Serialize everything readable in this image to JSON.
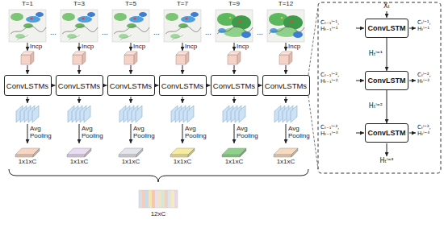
{
  "diagram": {
    "nodes": [
      {
        "text": [
          "ConvLSTMs"
        ]
      },
      {
        "text": [
          "ConvLSTMs"
        ]
      },
      {
        "text": [
          "ConvLSTMs"
        ]
      },
      {
        "text": [
          "ConvLSTMs"
        ]
      },
      {
        "text": [
          "ConvLSTMs"
        ]
      },
      {
        "text": [
          "ConvLSTMs"
        ]
      },
      {
        "text": [
          "ConvLSTM"
        ]
      },
      {
        "text": [
          "ConvLSTM"
        ]
      },
      {
        "text": [
          "ConvLSTM"
        ]
      }
    ],
    "edges": [
      {
        "from": 0,
        "to": 1,
        "arrow": "to"
      },
      {
        "from": 1,
        "to": 2,
        "arrow": "to"
      },
      {
        "from": 2,
        "to": 3,
        "arrow": "to"
      },
      {
        "from": 3,
        "to": 4,
        "arrow": "to"
      },
      {
        "from": 4,
        "to": 5,
        "arrow": "to"
      },
      {
        "from": 6,
        "to": 7,
        "label": "Hₜˡ⁼¹",
        "arrow": "to"
      },
      {
        "from": 7,
        "to": 8,
        "label": "Hₜˡ⁼²",
        "arrow": "to"
      }
    ],
    "labels": [
      "T=1",
      "T=3",
      "T=5",
      "T=7",
      "T=9",
      "T=12",
      "...",
      "...",
      "...",
      "...",
      "...",
      "Incp",
      "Incp",
      "Incp",
      "Incp",
      "Incp",
      "Incp",
      "Avg Pooling",
      "Avg Pooling",
      "Avg Pooling",
      "Avg Pooling",
      "Avg Pooling",
      "Avg Pooling",
      "1x1xC",
      "1x1xC",
      "1x1xC",
      "1x1xC",
      "1x1xC",
      "1x1xC",
      "12xC",
      "Xₜ",
      "Cₜ₋₁ˡ⁼¹, Hₜ₋₁ˡ⁼¹",
      "Cₜˡ⁼¹, Hₜˡ⁼¹",
      "Cₜ₋₁ˡ⁼², Hₜ₋₁ˡ⁼²",
      "Cₜˡ⁼², Hₜˡ⁼²",
      "Cₜ₋₁ˡ⁼³, Hₜ₋₁ˡ⁼³",
      "Cₜˡ⁼³, Hₜˡ⁼³",
      "Hₜˡ⁼³"
    ]
  }
}
